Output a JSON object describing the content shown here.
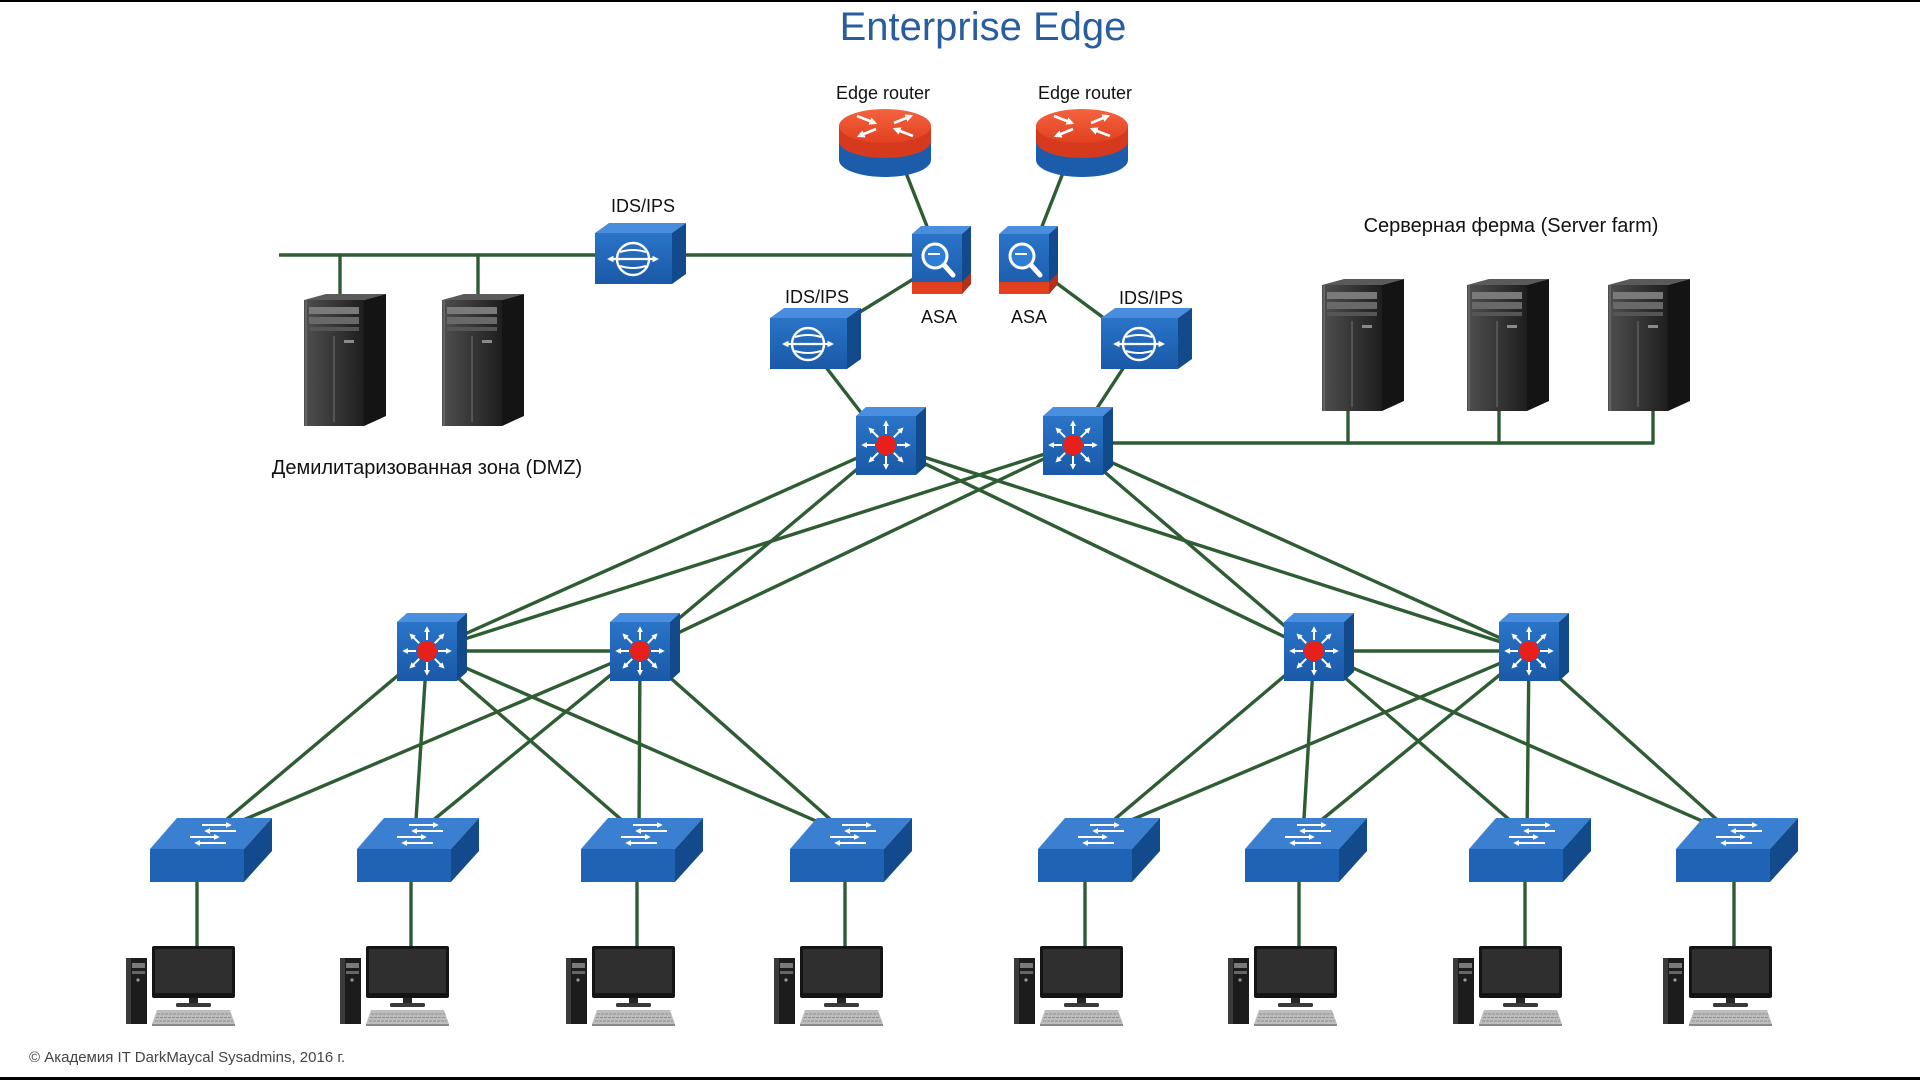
{
  "title": "Enterprise Edge",
  "edge_routers": [
    {
      "label": "Edge router"
    },
    {
      "label": "Edge router"
    }
  ],
  "firewalls": [
    {
      "label": "ASA"
    },
    {
      "label": "ASA"
    }
  ],
  "ids_ips": [
    {
      "label": "IDS/IPS"
    },
    {
      "label": "IDS/IPS"
    },
    {
      "label": "IDS/IPS"
    }
  ],
  "zones": {
    "dmz": {
      "label": "Демилитаризованная зона (DMZ)"
    },
    "server_farm": {
      "label": "Серверная ферма (Server farm)"
    }
  },
  "footer": {
    "copyright": "© Академия IT DarkMaycal Sysadmins, 2016 г."
  },
  "icons": {
    "edge_router": "router-icon",
    "firewall": "asa-firewall-icon",
    "ids_ips": "ids-ips-sensor-icon",
    "core_switch": "layer3-switch-icon",
    "distribution_switch": "layer3-switch-icon",
    "access_switch": "workgroup-switch-icon",
    "server": "server-tower-icon",
    "workstation": "workstation-icon"
  },
  "colors": {
    "title": "#2a5d9f",
    "link": "#2f5d33",
    "device_blue": "#1f66b8",
    "router_red": "#e2411f",
    "switch_core_red": "#e8201c"
  }
}
